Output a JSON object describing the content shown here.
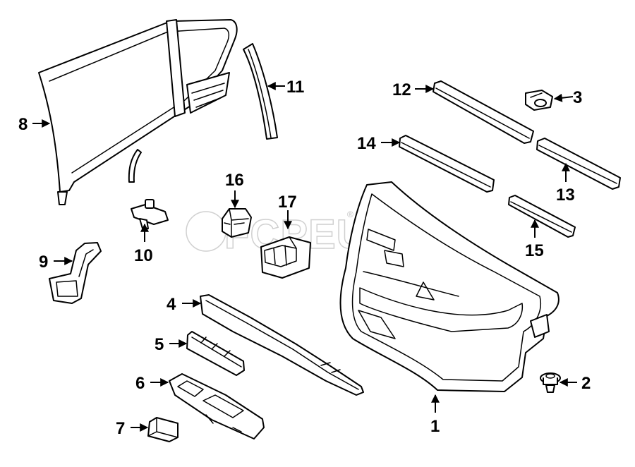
{
  "watermark": {
    "text": "FCPEURO",
    "registered": "®"
  },
  "callouts": [
    "1",
    "2",
    "3",
    "4",
    "5",
    "6",
    "7",
    "8",
    "9",
    "10",
    "11",
    "12",
    "13",
    "14",
    "15",
    "16",
    "17"
  ],
  "colors": {
    "line": "#000000",
    "background": "#ffffff",
    "watermark": "#d0d0d0"
  }
}
